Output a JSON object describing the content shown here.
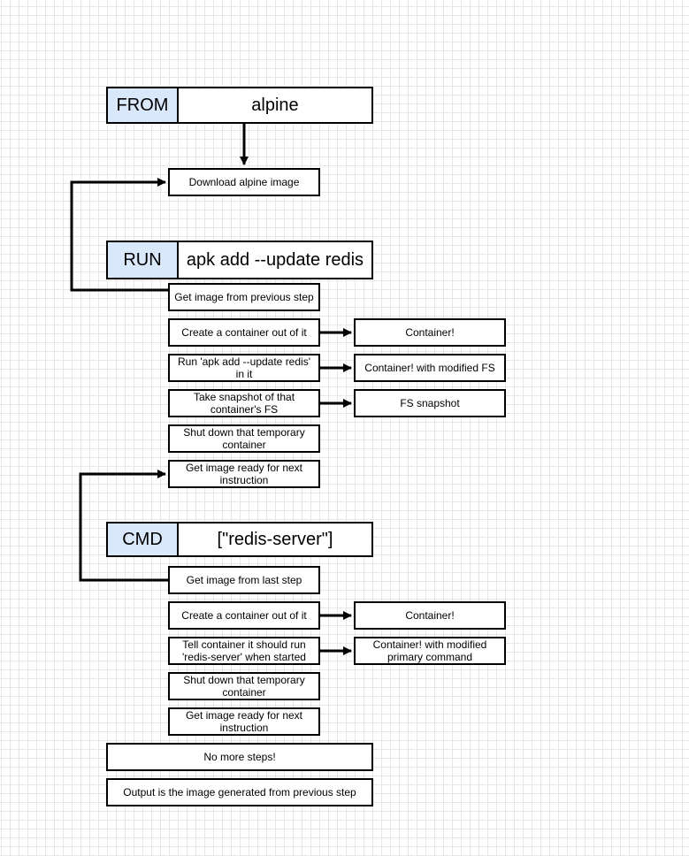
{
  "stages": [
    {
      "keyword": "FROM",
      "argument": "alpine"
    },
    {
      "keyword": "RUN",
      "argument": "apk add --update redis"
    },
    {
      "keyword": "CMD",
      "argument": "[\"redis-server\"]"
    }
  ],
  "from_steps": {
    "download": "Download alpine image"
  },
  "run_steps": {
    "get_image": "Get image from previous step",
    "create_container": "Create a container out of it",
    "run_command": "Run 'apk add --update redis' in it",
    "take_snapshot": "Take snapshot of that container's FS",
    "shut_down": "Shut down that temporary container",
    "get_ready": "Get image ready for next instruction",
    "container_result": "Container!",
    "modified_fs_result": "Container! with modified FS",
    "snapshot_result": "FS snapshot"
  },
  "cmd_steps": {
    "get_image": "Get image from last step",
    "create_container": "Create a container out of it",
    "tell_container": "Tell container it should run 'redis-server' when started",
    "shut_down": "Shut down that temporary container",
    "get_ready": "Get image ready for next instruction",
    "container_result": "Container!",
    "modified_cmd_result": "Container! with modified primary command"
  },
  "final": {
    "no_more_steps": "No more steps!",
    "output": "Output is the image generated from previous step"
  },
  "colors": {
    "keyword_fill": "#dae8fc",
    "stroke": "#000000",
    "grid": "#e6e6e6"
  }
}
